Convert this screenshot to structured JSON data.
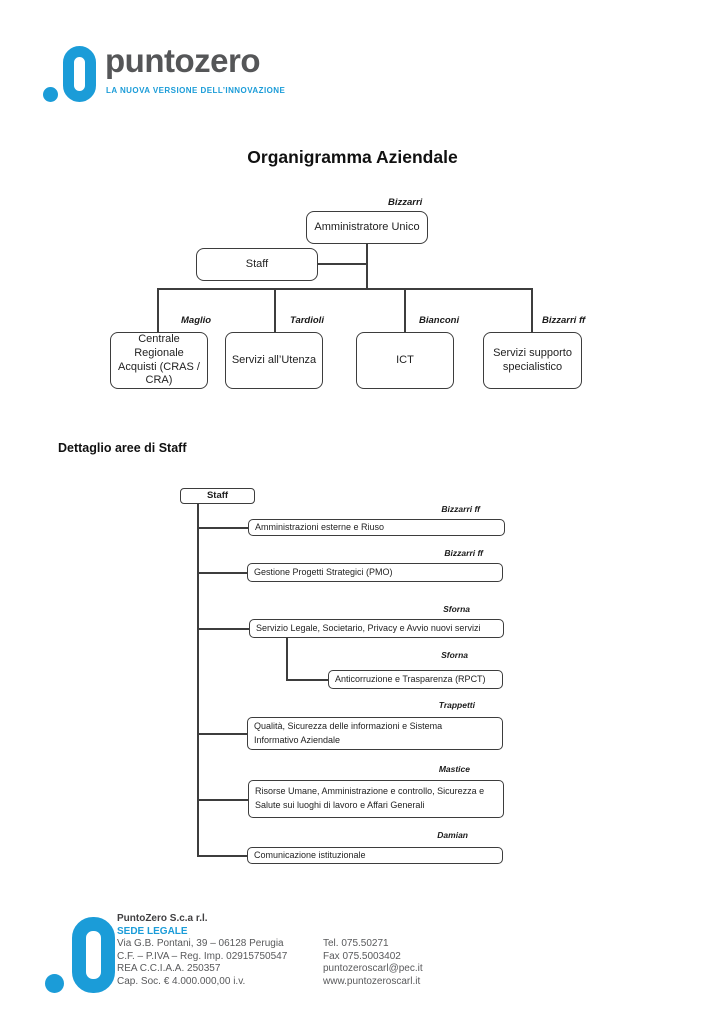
{
  "brand": {
    "name": "puntozero",
    "tagline": "LA NUOVA VERSIONE DELL’INNOVAZIONE",
    "accent_color": "#1b9cd8",
    "gray_color": "#58595b"
  },
  "title": "Organigramma Aziendale",
  "org_chart": {
    "root": {
      "label": "Amministratore Unico",
      "manager": "Bizzarri"
    },
    "staff_label": "Staff",
    "departments": [
      {
        "label": "Centrale Regionale Acquisti (CRAS / CRA)",
        "manager": "Maglio"
      },
      {
        "label": "Servizi all’Utenza",
        "manager": "Tardioli"
      },
      {
        "label": "ICT",
        "manager": "Bianconi"
      },
      {
        "label": "Servizi supporto specialistico",
        "manager": "Bizzarri ff"
      }
    ]
  },
  "staff_detail": {
    "heading": "Dettaglio aree di Staff",
    "root_label": "Staff",
    "areas": [
      {
        "lines": [
          "Amministrazioni esterne e Riuso"
        ],
        "manager": "Bizzarri ff"
      },
      {
        "lines": [
          "Gestione Progetti Strategici (PMO)"
        ],
        "manager": "Bizzarri ff"
      },
      {
        "lines": [
          "Servizio Legale, Societario, Privacy e Avvio nuovi servizi"
        ],
        "manager": "Sforna"
      },
      {
        "lines": [
          "Anticorruzione e Trasparenza (RPCT)"
        ],
        "manager": "Sforna",
        "sub_branch_of": "Servizio Legale, Societario, Privacy e Avvio nuovi servizi"
      },
      {
        "lines": [
          "Qualità, Sicurezza delle informazioni e Sistema",
          "Informativo Aziendale"
        ],
        "manager": "Trappetti"
      },
      {
        "lines": [
          "Risorse Umane, Amministrazione e controllo, Sicurezza e",
          "Salute sui luoghi di lavoro e Affari Generali"
        ],
        "manager": "Mastice"
      },
      {
        "lines": [
          "Comunicazione istituzionale"
        ],
        "manager": "Damian"
      }
    ]
  },
  "footer": {
    "company": "PuntoZero S.c.a r.l.",
    "sede_label": "SEDE LEGALE",
    "address": "Via G.B. Pontani, 39 – 06128 Perugia",
    "fiscal": "C.F. – P.IVA – Reg. Imp. 02915750547",
    "rea": "REA C.C.I.A.A. 250357",
    "capital": "Cap. Soc. € 4.000.000,00 i.v.",
    "tel": "Tel. 075.50271",
    "fax": "Fax 075.5003402",
    "pec": "puntozeroscarl@pec.it",
    "web": "www.puntozeroscarl.it"
  }
}
